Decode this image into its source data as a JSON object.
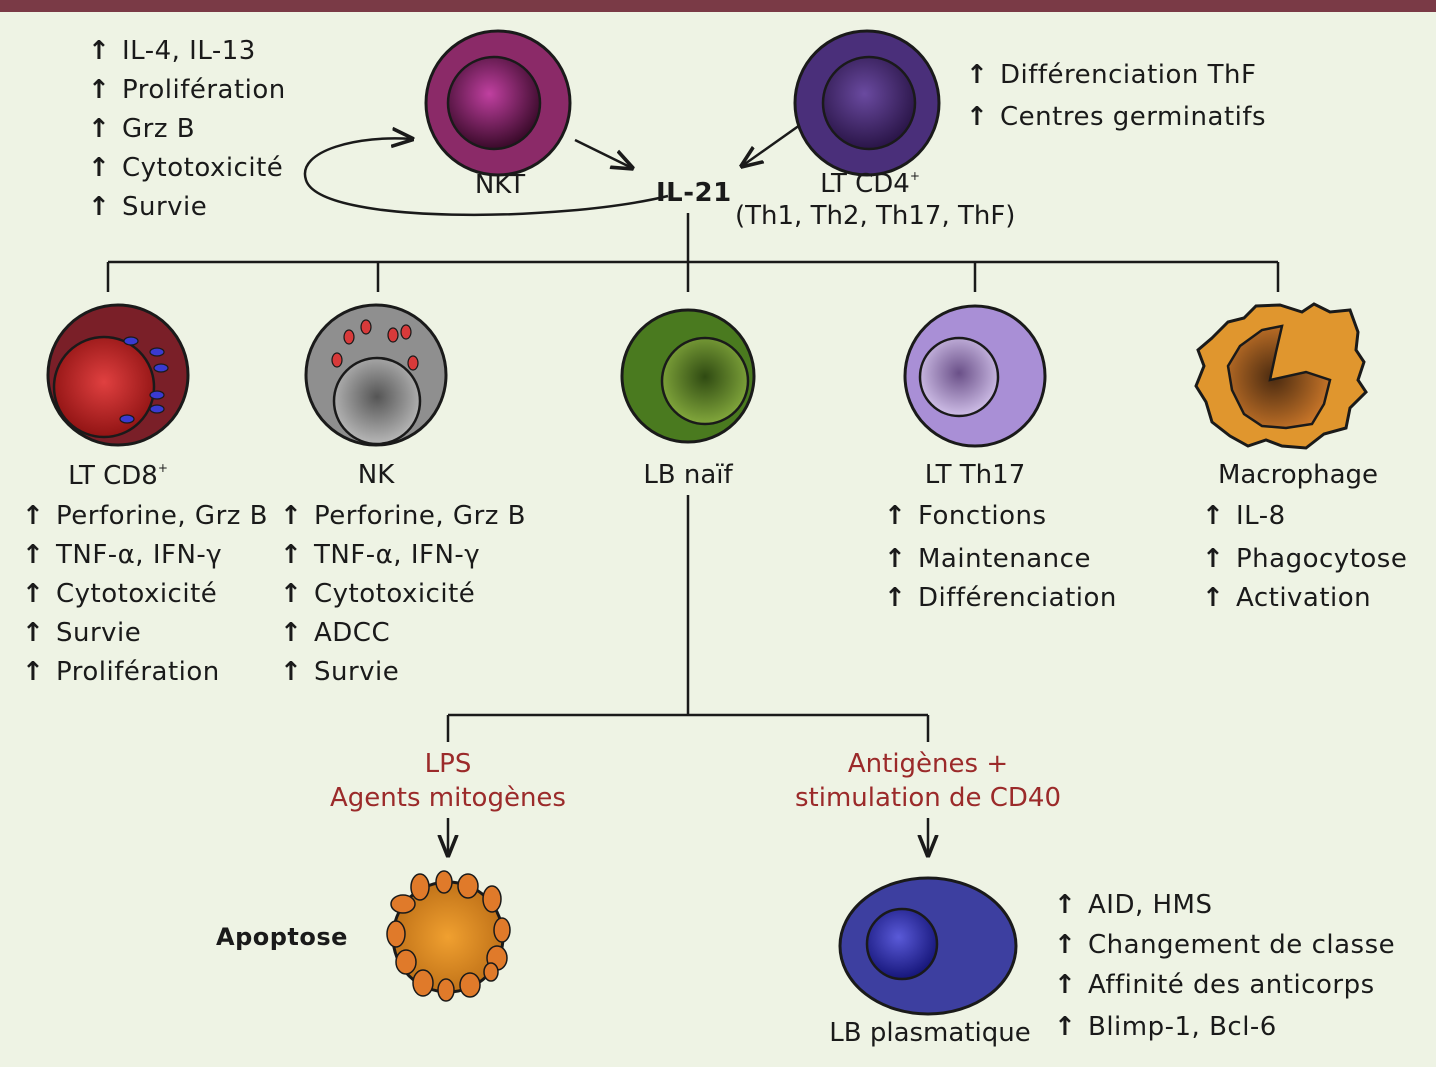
{
  "il21": "IL-21",
  "nkt": {
    "label": "NKT",
    "effects": [
      "IL-4, IL-13",
      "Prolifération",
      "Grz B",
      "Cytotoxicité",
      "Survie"
    ]
  },
  "cd4": {
    "label": "LT CD4",
    "sup": "+",
    "subtitle": "(Th1, Th2, Th17, ThF)",
    "effects": [
      "Différenciation  ThF",
      "Centres germinatifs"
    ]
  },
  "cd8": {
    "label": "LT CD8",
    "sup": "+",
    "effects": [
      "Perforine, Grz B",
      "TNF-α, IFN-γ",
      "Cytotoxicité",
      "Survie",
      "Prolifération"
    ]
  },
  "nk": {
    "label": "NK",
    "effects": [
      "Perforine, Grz B",
      "TNF-α, IFN-γ",
      "Cytotoxicité",
      "ADCC",
      "Survie"
    ]
  },
  "lb": {
    "label": "LB naïf"
  },
  "th17": {
    "label": "LT Th17",
    "effects": [
      "Fonctions",
      "Maintenance",
      "Différenciation"
    ]
  },
  "macro": {
    "label": "Macrophage",
    "effects": [
      "IL-8",
      "Phagocytose",
      "Activation"
    ]
  },
  "lps": {
    "line1": "LPS",
    "line2": "Agents mitogènes"
  },
  "antigen": {
    "line1": "Antigènes +",
    "line2": "stimulation de CD40"
  },
  "apoptose": "Apoptose",
  "plasma": {
    "label": "LB plasmatique",
    "effects": [
      "AID, HMS",
      "Changement de classe",
      "Affinité des anticorps",
      "Blimp-1, Bcl-6"
    ]
  },
  "up_arrow": "↑",
  "colors": {
    "background": "#eef3e4",
    "top_bar": "#7a3a46",
    "nkt": "#8b2a68",
    "cd4": "#4a2f7a",
    "cd8": "#7a1f28",
    "nk": "#8f8f8f",
    "lb_naif": "#4a7a1f",
    "th17": "#a98fd6",
    "macrophage": "#e0962e",
    "plasma": "#3d3fa0",
    "condition_text": "#9b2a2a"
  }
}
